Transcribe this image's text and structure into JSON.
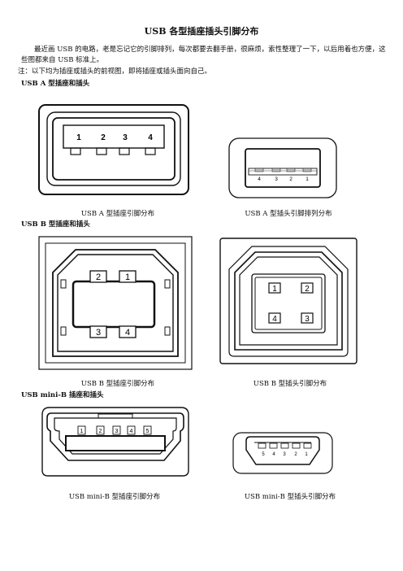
{
  "title": "USB 各型插座插头引脚分布",
  "intro": {
    "line1": "最近画 USB 的电路，老是忘记它的引脚排列，每次都要去翻手册，很麻烦，索性整理了一下，以后用着也方便，这些图都来自 USB 标准上。",
    "line2": "注：以下均为插座或插头的前视图，即将插座或插头面向自己。"
  },
  "sections": {
    "usb_a": {
      "heading": "USB A 型插座和插头",
      "socket_caption": "USB A 型插座引脚分布",
      "plug_caption": "USB A 型插头引脚排列分布",
      "socket_pins": [
        "1",
        "2",
        "3",
        "4"
      ],
      "plug_pins": [
        "4",
        "3",
        "2",
        "1"
      ]
    },
    "usb_b": {
      "heading": "USB B 型插座和插头",
      "socket_caption": "USB B 型插座引脚分布",
      "plug_caption": "USB B 型插头引脚分布",
      "socket_pins": [
        "2",
        "1",
        "3",
        "4"
      ],
      "plug_pins": [
        "1",
        "2",
        "4",
        "3"
      ]
    },
    "usb_mini_b": {
      "heading": "USB mini-B  插座和插头",
      "socket_caption": "USB mini-B 型插座引脚分布",
      "plug_caption": "USB mini-B 型插头引脚分布",
      "socket_pins": [
        "1",
        "2",
        "3",
        "4",
        "5"
      ],
      "plug_pins": [
        "5",
        "4",
        "3",
        "2",
        "1"
      ]
    }
  }
}
